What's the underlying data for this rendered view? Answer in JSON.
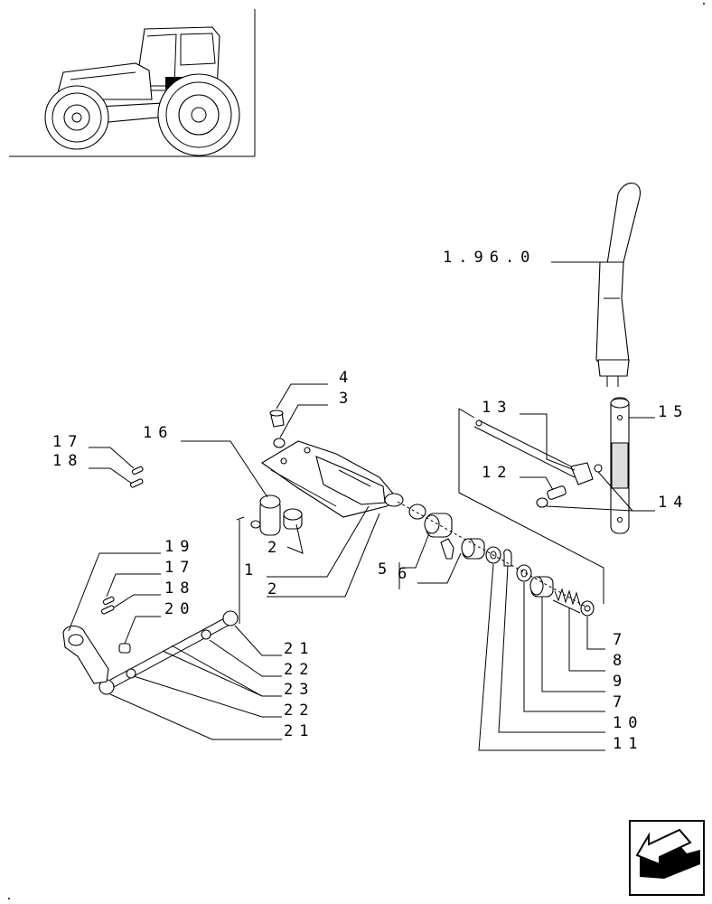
{
  "diagram": {
    "reference_label": "1.96.0",
    "callouts": [
      {
        "id": "c4",
        "text": "4"
      },
      {
        "id": "c3",
        "text": "3"
      },
      {
        "id": "c16",
        "text": "16"
      },
      {
        "id": "c17a",
        "text": "17"
      },
      {
        "id": "c18a",
        "text": "18"
      },
      {
        "id": "c13",
        "text": "13"
      },
      {
        "id": "c15",
        "text": "15"
      },
      {
        "id": "c12",
        "text": "12"
      },
      {
        "id": "c14",
        "text": "14"
      },
      {
        "id": "c2a",
        "text": "2"
      },
      {
        "id": "c1",
        "text": "1"
      },
      {
        "id": "c2b",
        "text": "2"
      },
      {
        "id": "c5",
        "text": "5"
      },
      {
        "id": "c6",
        "text": "6"
      },
      {
        "id": "c19",
        "text": "19"
      },
      {
        "id": "c17b",
        "text": "17"
      },
      {
        "id": "c18b",
        "text": "18"
      },
      {
        "id": "c20",
        "text": "20"
      },
      {
        "id": "c21a",
        "text": "21"
      },
      {
        "id": "c22a",
        "text": "22"
      },
      {
        "id": "c23",
        "text": "23"
      },
      {
        "id": "c22b",
        "text": "22"
      },
      {
        "id": "c21b",
        "text": "21"
      },
      {
        "id": "c7a",
        "text": "7"
      },
      {
        "id": "c8",
        "text": "8"
      },
      {
        "id": "c9",
        "text": "9"
      },
      {
        "id": "c7b",
        "text": "7"
      },
      {
        "id": "c10",
        "text": "10"
      },
      {
        "id": "c11",
        "text": "11"
      }
    ]
  }
}
